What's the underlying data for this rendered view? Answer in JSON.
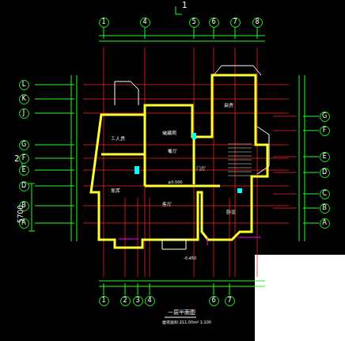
{
  "diagram": {
    "title": "一层平面图",
    "caption": "建筑面积:211.00m² 1:100",
    "nodes": [
      {
        "text": [
          "1"
        ]
      },
      {
        "text": [
          "4"
        ]
      },
      {
        "text": [
          "5"
        ]
      },
      {
        "text": [
          "6"
        ]
      },
      {
        "text": [
          "7"
        ]
      },
      {
        "text": [
          "8"
        ]
      },
      {
        "text": [
          "1"
        ]
      },
      {
        "text": [
          "2"
        ]
      },
      {
        "text": [
          "3"
        ]
      },
      {
        "text": [
          "4"
        ]
      },
      {
        "text": [
          "6"
        ]
      },
      {
        "text": [
          "7"
        ]
      },
      {
        "text": [
          "L"
        ]
      },
      {
        "text": [
          "K"
        ]
      },
      {
        "text": [
          "J"
        ]
      },
      {
        "text": [
          "G"
        ]
      },
      {
        "text": [
          "F"
        ]
      },
      {
        "text": [
          "E"
        ]
      },
      {
        "text": [
          "D"
        ]
      },
      {
        "text": [
          "B"
        ]
      },
      {
        "text": [
          "A"
        ]
      },
      {
        "text": [
          "G"
        ]
      },
      {
        "text": [
          "F"
        ]
      },
      {
        "text": [
          "E"
        ]
      },
      {
        "text": [
          "D"
        ]
      },
      {
        "text": [
          "C"
        ]
      },
      {
        "text": [
          "B"
        ]
      },
      {
        "text": [
          "A"
        ]
      }
    ],
    "labels": [
      "1",
      "2",
      "5700",
      "餐厅",
      "厨房",
      "工人房",
      "客厅",
      "卧室",
      "储藏间",
      "门厅",
      "车库",
      "±0.000",
      "-0.450"
    ]
  }
}
